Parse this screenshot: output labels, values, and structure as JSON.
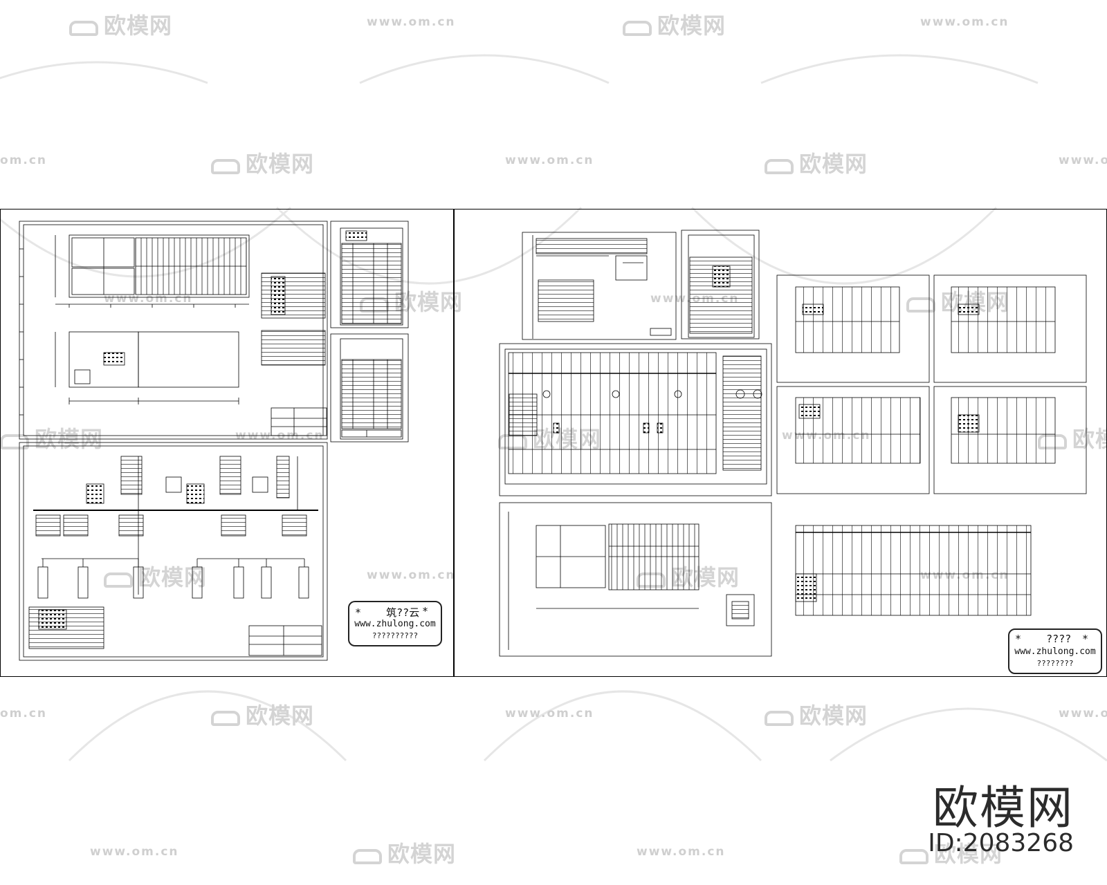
{
  "watermark": {
    "logo_text": "欧模网",
    "url_text": "www.om.cn",
    "url_partial": "om.cn"
  },
  "left_sheet": {
    "stamp": {
      "star_left": "*",
      "top_text": "筑??云",
      "star_right": "*",
      "url": "www.zhulong.com",
      "bottom_text": "??????????"
    }
  },
  "right_sheet": {
    "stamp": {
      "star_left": "*",
      "top_text": "????",
      "star_right": "*",
      "url": "www.zhulong.com",
      "bottom_text": "????????"
    }
  },
  "brand": {
    "name": "欧模网",
    "id_label": "ID:2083268"
  }
}
